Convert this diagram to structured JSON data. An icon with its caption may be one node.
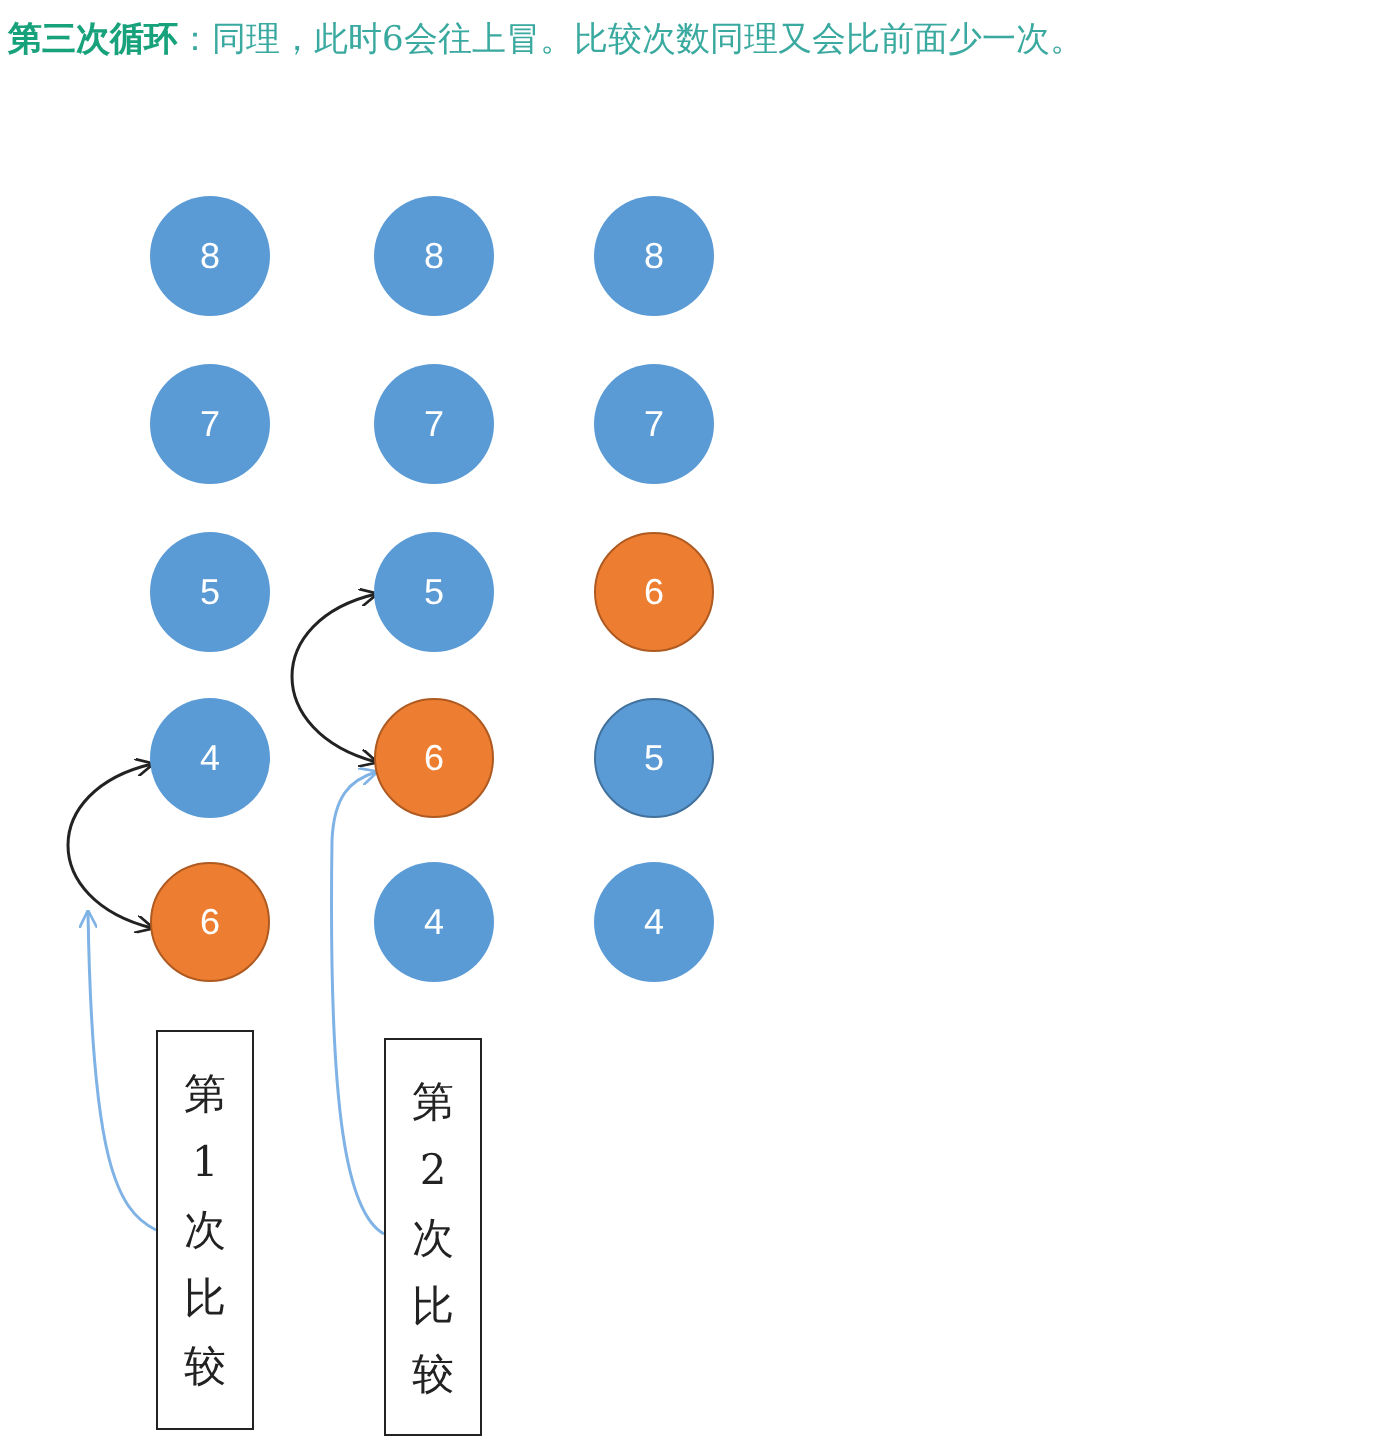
{
  "diagram": {
    "title": "**第三次循环**：同理，此时6会往上冒。比较次数同理又会比前面少一次。",
    "nodes": [
      {
        "text": [
          "8"
        ]
      },
      {
        "text": [
          "8"
        ]
      },
      {
        "text": [
          "8"
        ]
      },
      {
        "text": [
          "7"
        ]
      },
      {
        "text": [
          "7"
        ]
      },
      {
        "text": [
          "7"
        ]
      },
      {
        "text": [
          "5"
        ]
      },
      {
        "text": [
          "5"
        ]
      },
      {
        "text": [
          "6"
        ]
      },
      {
        "text": [
          "4"
        ]
      },
      {
        "text": [
          "6"
        ]
      },
      {
        "text": [
          "5"
        ]
      },
      {
        "text": [
          "6"
        ]
      },
      {
        "text": [
          "4"
        ]
      },
      {
        "text": [
          "4"
        ]
      },
      {
        "text": [
          "第1次比较"
        ]
      },
      {
        "text": [
          "第2次比较"
        ]
      }
    ],
    "edges": [
      {
        "from": 12,
        "to": 9,
        "arrow": "both"
      },
      {
        "from": 10,
        "to": 7,
        "arrow": "both"
      },
      {
        "from": 15,
        "to": null,
        "arrow": "to",
        "color": "#7fb2e5"
      },
      {
        "from": 16,
        "to": 10,
        "arrow": "to",
        "color": "#7fb2e5"
      }
    ]
  }
}
